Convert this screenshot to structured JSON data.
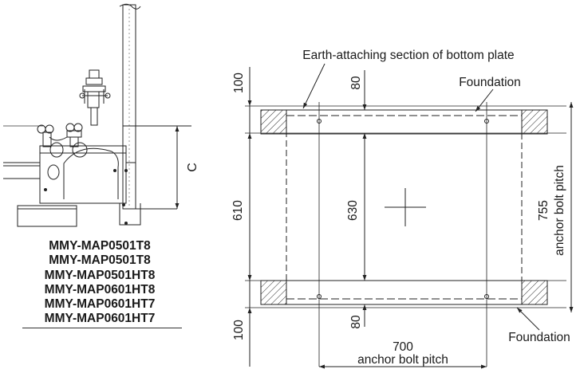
{
  "left_view": {
    "dimension_label": "C",
    "models": [
      "MMY-MAP0501T8",
      "MMY-MAP0501T8",
      "MMY-MAP0501HT8",
      "MMY-MAP0601HT8",
      "MMY-MAP0601HT7",
      "MMY-MAP0601HT7"
    ]
  },
  "plan_view": {
    "earth_label": "Earth-attaching section of bottom plate",
    "foundation_top": "Foundation",
    "foundation_bottom": "Foundation",
    "dim_100_top": "100",
    "dim_80_top": "80",
    "dim_610": "610",
    "dim_630": "630",
    "dim_755": "755",
    "dim_755_sub": "anchor bolt pitch",
    "dim_100_bottom": "100",
    "dim_80_bottom": "80",
    "dim_700": "700",
    "dim_700_sub": "anchor bolt pitch"
  }
}
